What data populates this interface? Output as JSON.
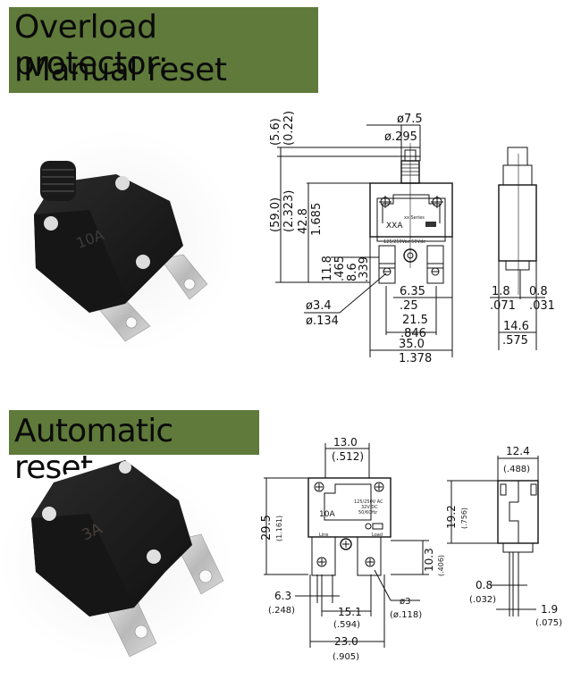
{
  "sections": {
    "manual": {
      "title_line1": "Overload protector:",
      "title_line2": "Manual reset",
      "product_label": "10A",
      "front_view": {
        "diameter_mm": "ø7.5",
        "diameter_in": "ø.295",
        "top_height_mm": "(5.6)",
        "top_height_in": "(0.22)",
        "total_height_mm": "(59.0)",
        "total_height_in": "(2.323)",
        "body_height_mm": "42.8",
        "body_height_in": "1.685",
        "terminal_h1_mm": "11.8",
        "terminal_h1_in": ".465",
        "terminal_h2_mm": "8.6",
        "terminal_h2_in": ".339",
        "hole_mm": "ø3.4",
        "hole_in": "ø.134",
        "tab_width_mm": "6.35",
        "tab_width_in": ".25",
        "tab_pitch_mm": "21.5",
        "tab_pitch_in": ".846",
        "body_width_mm": "35.0",
        "body_width_in": "1.378",
        "face_series": "xx Series",
        "face_model": "XXA",
        "face_rating": "125/250Vac  50Vdc"
      },
      "side_view": {
        "left_thk_mm": "1.8",
        "left_thk_in": ".071",
        "right_thk_mm": "0.8",
        "right_thk_in": ".031",
        "depth_mm": "14.6",
        "depth_in": ".575"
      }
    },
    "automatic": {
      "title": "Automatic reset",
      "product_label": "3A",
      "front_view": {
        "screw_pitch_mm": "13.0",
        "screw_pitch_in": "(.512)",
        "height_mm": "29.5",
        "height_in": "(1.161)",
        "terminal_h_mm": "10.3",
        "terminal_h_in": "(.406)",
        "tab_mm": "6.3",
        "tab_in": "(.248)",
        "tab_pitch_mm": "15.1",
        "tab_pitch_in": "(.594)",
        "hole_mm": "ø3",
        "hole_in": "(ø.118)",
        "width_mm": "23.0",
        "width_in": "(.905)",
        "face_rating": "10A",
        "face_spec_1": "125/250V AC",
        "face_spec_2": "32V DC",
        "face_spec_3": "50/60Hz",
        "face_line": "Line",
        "face_load": "Load"
      },
      "side_view": {
        "width_mm": "12.4",
        "width_in": "(.488)",
        "height_mm": "19.2",
        "height_in": "(.756)",
        "thk1_mm": "0.8",
        "thk1_in": "(.032)",
        "thk2_mm": "1.9",
        "thk2_in": "(.075)"
      }
    }
  },
  "colors": {
    "banner": "#5f7a3a",
    "device_body": "#1c1c1c",
    "terminal_metal": "#c8c8c8"
  }
}
